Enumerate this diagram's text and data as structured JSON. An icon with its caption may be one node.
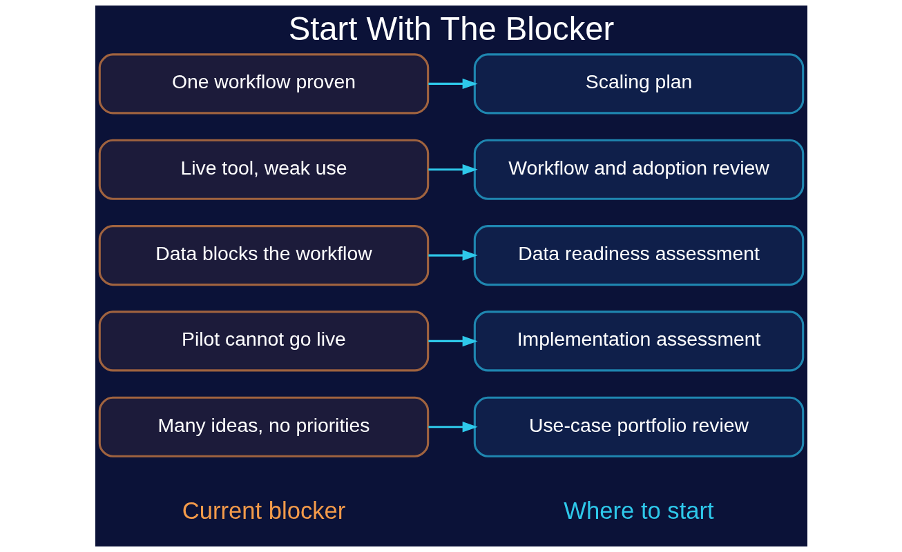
{
  "diagram": {
    "title": "Start With The Blocker",
    "nodes": [
      {
        "text": [
          "Many ideas, no priorities"
        ]
      },
      {
        "text": [
          "Pilot cannot go live"
        ]
      },
      {
        "text": [
          "Data blocks the workflow"
        ]
      },
      {
        "text": [
          "Live tool, weak use"
        ]
      },
      {
        "text": [
          "One workflow proven"
        ]
      },
      {
        "text": [
          "Use-case portfolio review"
        ]
      },
      {
        "text": [
          "Implementation assessment"
        ]
      },
      {
        "text": [
          "Data readiness assessment"
        ]
      },
      {
        "text": [
          "Workflow and adoption review"
        ]
      },
      {
        "text": [
          "Scaling plan"
        ]
      }
    ],
    "edges": [
      {
        "from": 0,
        "to": 5,
        "arrow": "to"
      },
      {
        "from": 1,
        "to": 6,
        "arrow": "to"
      },
      {
        "from": 2,
        "to": 7,
        "arrow": "to"
      },
      {
        "from": 3,
        "to": 8,
        "arrow": "to"
      },
      {
        "from": 4,
        "to": 9,
        "arrow": "to"
      }
    ],
    "labels": [
      "Current blocker",
      "Where to start"
    ]
  }
}
